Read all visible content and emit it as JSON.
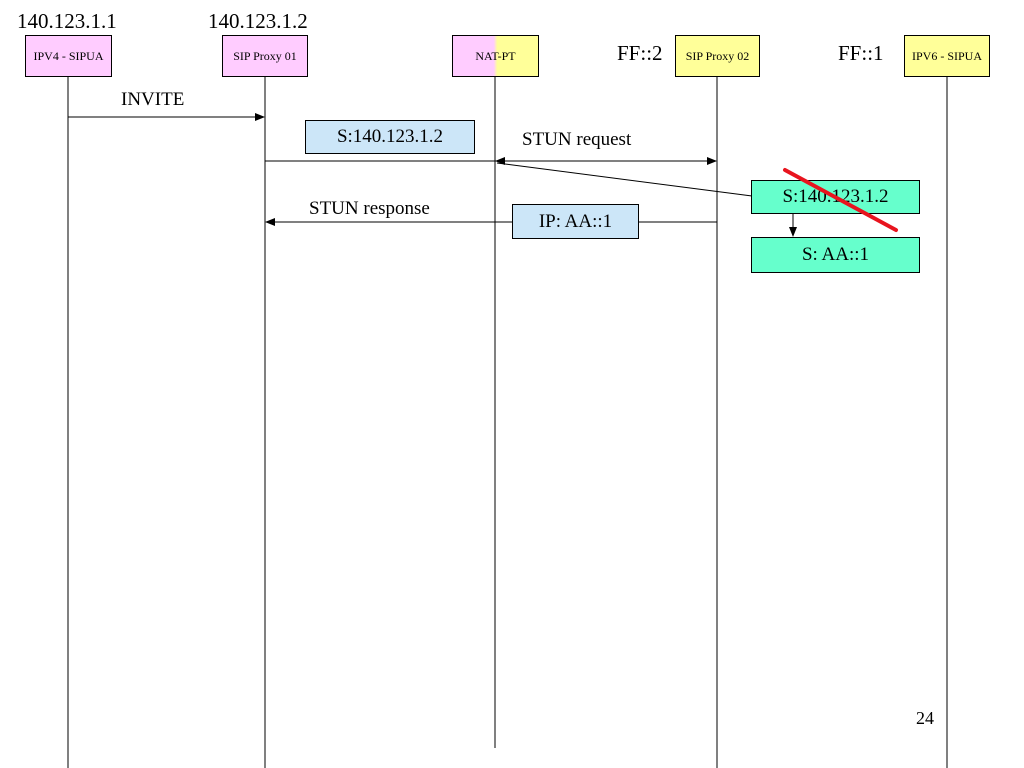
{
  "addresses": {
    "ipv4_ua": "140.123.1.1",
    "proxy01": "140.123.1.2",
    "proxy02": "FF::2",
    "ipv6_ua": "FF::1"
  },
  "entities": {
    "ipv4_ua": "IPV4 - SIPUA",
    "proxy01": "SIP Proxy 01",
    "natpt": "NAT-PT",
    "proxy02": "SIP Proxy 02",
    "ipv6_ua": "IPV6 - SIPUA"
  },
  "messages": {
    "invite": "INVITE",
    "stun_request": "STUN request",
    "stun_response": "STUN response"
  },
  "notes": {
    "src_ipv4": "S:140.123.1.2",
    "src_ipv4_struck": "S:140.123.1.2",
    "src_ipv6": "S: AA::1",
    "ip_response": "IP: AA::1"
  },
  "colors": {
    "ipv4_entity": "#ffccff",
    "ipv6_entity": "#ffff99",
    "note_blue": "#cce6f8",
    "note_green": "#66ffcc",
    "strike": "#e8141e"
  },
  "page_number": "24"
}
